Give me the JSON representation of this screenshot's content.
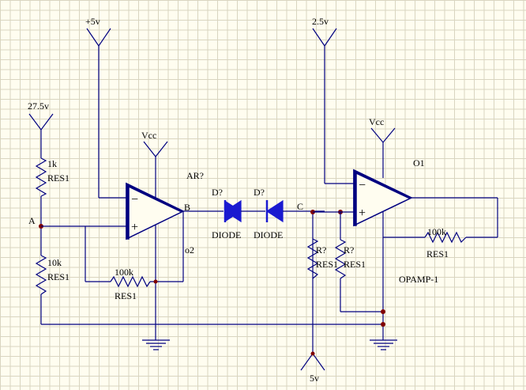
{
  "colors": {
    "wire": "#000080",
    "diode": "#1a1ad0",
    "junction": "#800000",
    "opamp_fill": "#000080",
    "grid": "#d9d5c0"
  },
  "power": {
    "v5": "+5v",
    "v2_5": "2.5v",
    "v27_5": "27.5v",
    "vcc1": "Vcc",
    "vcc2": "Vcc",
    "v5_bottom": "5v"
  },
  "nodes": {
    "a": "A",
    "b": "B",
    "c": "C"
  },
  "resistors": {
    "r1": {
      "value": "1k",
      "type": "RES1"
    },
    "r2": {
      "value": "10k",
      "type": "RES1"
    },
    "r3": {
      "value": "100k",
      "type": "RES1"
    },
    "r4": {
      "value": "R?",
      "type": "RES1"
    },
    "r5": {
      "value": "R?",
      "type": "RES1"
    },
    "r6": {
      "value": "100k",
      "type": "RES1"
    }
  },
  "diodes": {
    "d1": {
      "ref": "D?",
      "type": "DIODE"
    },
    "d2": {
      "ref": "D?",
      "type": "DIODE"
    }
  },
  "opamps": {
    "u1": {
      "ref": "AR?",
      "out": "o2"
    },
    "u2": {
      "ref": "O1",
      "type": "OPAMP-1"
    }
  },
  "signs": {
    "minus": "−",
    "plus": "+"
  }
}
